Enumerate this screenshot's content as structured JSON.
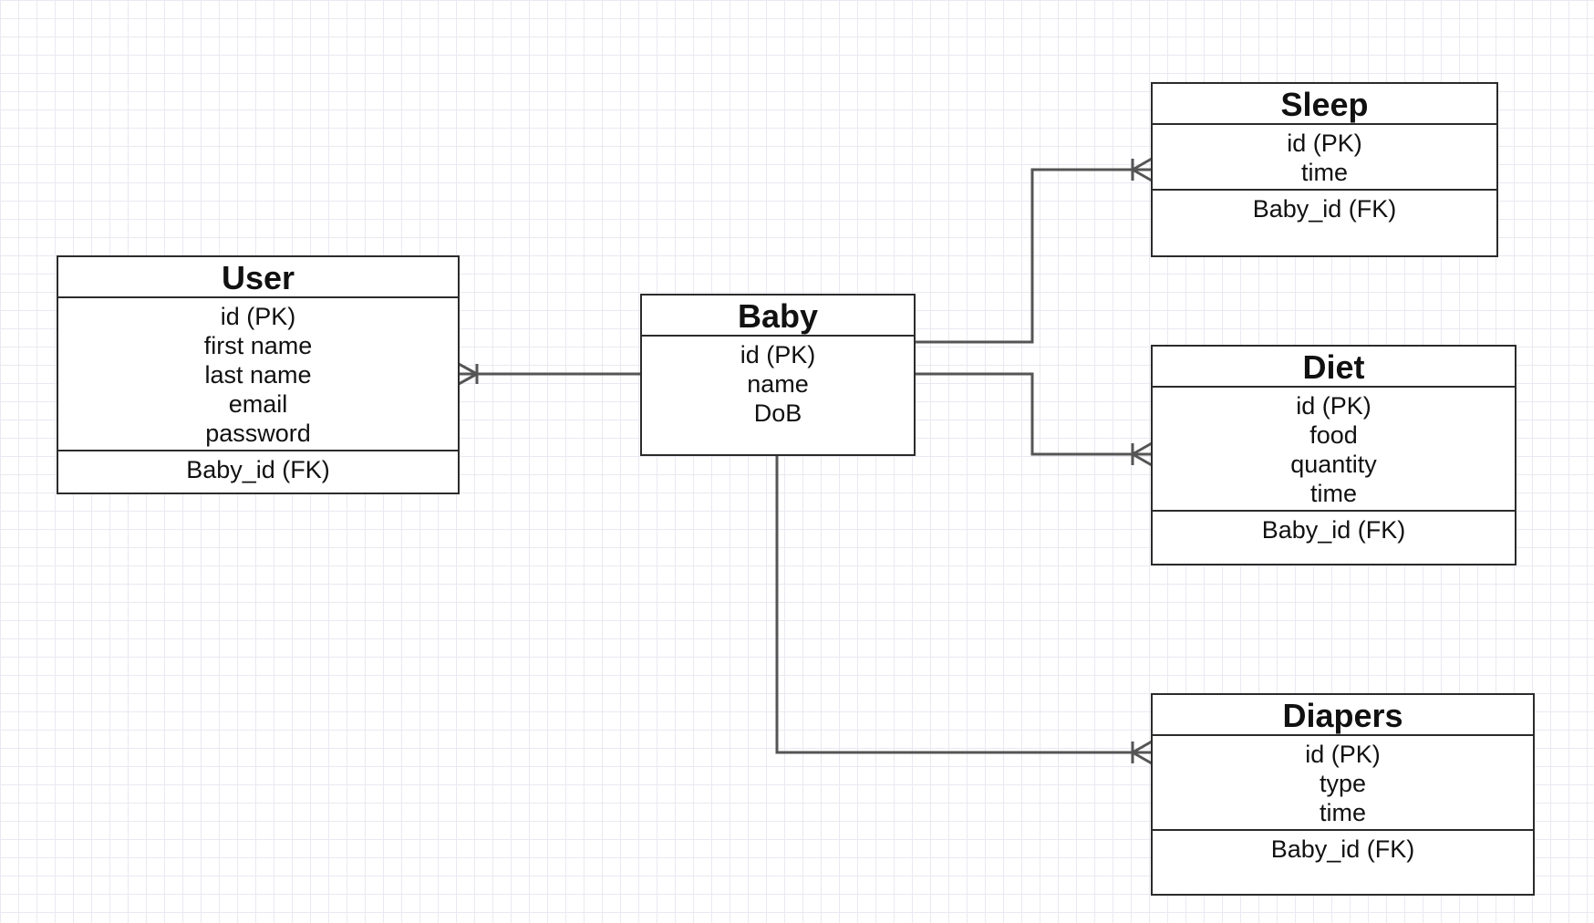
{
  "entities": {
    "user": {
      "title": "User",
      "attributes": [
        "id (PK)",
        "first name",
        "last name",
        "email",
        "password"
      ],
      "foreign_keys": [
        "Baby_id (FK)"
      ]
    },
    "baby": {
      "title": "Baby",
      "attributes": [
        "id (PK)",
        "name",
        "DoB"
      ],
      "foreign_keys": []
    },
    "sleep": {
      "title": "Sleep",
      "attributes": [
        "id (PK)",
        "time"
      ],
      "foreign_keys": [
        "Baby_id (FK)"
      ]
    },
    "diet": {
      "title": "Diet",
      "attributes": [
        "id (PK)",
        "food",
        "quantity",
        "time"
      ],
      "foreign_keys": [
        "Baby_id (FK)"
      ]
    },
    "diapers": {
      "title": "Diapers",
      "attributes": [
        "id (PK)",
        "type",
        "time"
      ],
      "foreign_keys": [
        "Baby_id (FK)"
      ]
    }
  },
  "relationships": [
    {
      "from": "Baby",
      "to": "User",
      "notation": "one-or-many"
    },
    {
      "from": "Baby",
      "to": "Sleep",
      "notation": "one-or-many"
    },
    {
      "from": "Baby",
      "to": "Diet",
      "notation": "one-or-many"
    },
    {
      "from": "Baby",
      "to": "Diapers",
      "notation": "one-or-many"
    }
  ],
  "colors": {
    "line": "#555555",
    "border": "#2b2b2b",
    "grid": "#e9e9f2"
  }
}
